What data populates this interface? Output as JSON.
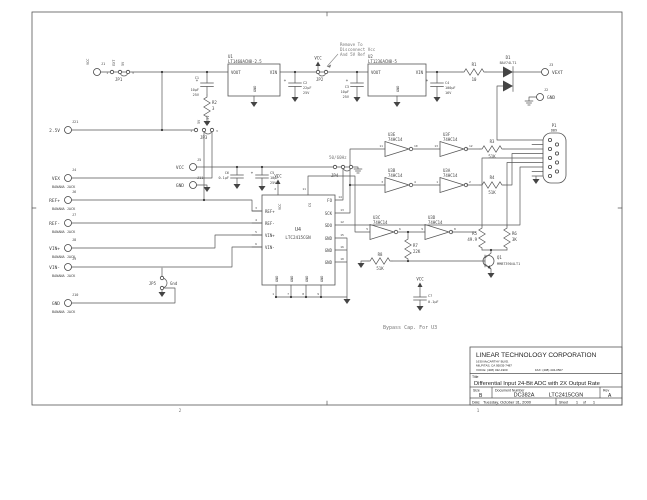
{
  "sheet": {
    "zones": {
      "z1": "1",
      "z2": "2"
    },
    "note_remove1": "Remove To",
    "note_remove2": "Disconnect Vcc",
    "note_remove3": "And 5V Ref",
    "note_bypass": "Bypass Cap. For U3",
    "banana": "BANANA JACK",
    "title_block": {
      "company": "LINEAR TECHNOLOGY CORPORATION",
      "address1": "1630 McCARTHY BLVD.",
      "address2": "MILPITAS, CA 95035-7487",
      "phone": "VOICE: (408) 432-1900",
      "fax": "FAX: (408) 434-0507",
      "title_label": "Title",
      "title": "Differential Input 24-Bit ADC with 2X Output Rate",
      "size_label": "Size",
      "size": "B",
      "doc_label": "Document Number",
      "doc_a": "DC382A",
      "doc_b": "LTC2415CGN",
      "rev_label": "Rev",
      "rev": "A",
      "date_label": "Date:",
      "date": "Tuesday, October 31, 2000",
      "sheet_label": "Sheet",
      "sheet_no": "1",
      "of_label": "of",
      "sheet_total": "1"
    }
  },
  "nets": {
    "vcc": "VCC",
    "gnd": "GND"
  },
  "symbols": {
    "plus": "+"
  },
  "components": {
    "U1": {
      "ref": "U1",
      "part": "LT1460ACN8-2.5",
      "vout": "VOUT",
      "vin": "VIN",
      "gnd": "GND"
    },
    "U2": {
      "ref": "U2",
      "part": "LT1236ACN8-5",
      "vout": "VOUT",
      "vin": "VIN",
      "gnd": "GND"
    },
    "U3A": {
      "ref": "U3A",
      "part": "74HC14",
      "pin_in": "1",
      "pin_out": "2"
    },
    "U3B": {
      "ref": "U3B",
      "part": "74HC14",
      "pin_in": "3",
      "pin_out": "4"
    },
    "U3C": {
      "ref": "U3C",
      "part": "74HC14",
      "pin_in": "5",
      "pin_out": "6"
    },
    "U3D": {
      "ref": "U3D",
      "part": "74HC14",
      "pin_in": "9",
      "pin_out": "8"
    },
    "U3E": {
      "ref": "U3E",
      "part": "74HC14",
      "pin_in": "11",
      "pin_out": "10"
    },
    "U3F": {
      "ref": "U3F",
      "part": "74HC14",
      "pin_in": "13",
      "pin_out": "12"
    },
    "U4": {
      "ref": "U4",
      "part": "LTC2415CGN",
      "left": [
        {
          "name": "REF+",
          "num": "3"
        },
        {
          "name": "REF-",
          "num": "4"
        },
        {
          "name": "VIN+",
          "num": "5"
        },
        {
          "name": "VIN-",
          "num": "6"
        }
      ],
      "top": [
        {
          "name": "VCC",
          "num": "2"
        },
        {
          "name": "CS",
          "num": "11"
        }
      ],
      "right": [
        {
          "name": "FO",
          "num": "14"
        },
        {
          "name": "SCK",
          "num": "13"
        },
        {
          "name": "SDO",
          "num": "12"
        },
        {
          "name": "GND",
          "num": "15"
        },
        {
          "name": "GND",
          "num": "16"
        },
        {
          "name": "GND",
          "num": "10"
        }
      ],
      "bottom": [
        {
          "name": "GND",
          "num": "1"
        },
        {
          "name": "GND",
          "num": "7"
        },
        {
          "name": "GND",
          "num": "8"
        },
        {
          "name": "GND",
          "num": "9"
        }
      ]
    },
    "C1": {
      "ref": "C1",
      "value": "10µF",
      "rating": "25V"
    },
    "C2": {
      "ref": "C2",
      "value": "22µF",
      "rating": "25V"
    },
    "C3": {
      "ref": "C3",
      "value": "10µF",
      "rating": "25V"
    },
    "C4": {
      "ref": "C4",
      "value": "100µF",
      "rating": "16V"
    },
    "C5": {
      "ref": "C5",
      "value": "10µF",
      "rating": "25V"
    },
    "C6": {
      "ref": "C6",
      "value": "0.1µF"
    },
    "C7": {
      "ref": "C7",
      "value": "0.1µF"
    },
    "R1": {
      "ref": "R1",
      "value": "10"
    },
    "R2": {
      "ref": "R2",
      "value": "3"
    },
    "R3": {
      "ref": "R3",
      "value": "51K"
    },
    "R4": {
      "ref": "R4",
      "value": "51K"
    },
    "R5": {
      "ref": "R5",
      "value": "49.9"
    },
    "R6": {
      "ref": "R6",
      "value": "3K"
    },
    "R7": {
      "ref": "R7",
      "value": "22K"
    },
    "R8": {
      "ref": "R8",
      "value": "51K"
    },
    "D1": {
      "ref": "D1",
      "part": "BAV74LT1"
    },
    "Q1": {
      "ref": "Q1",
      "part": "MMBT3904LT1"
    },
    "P1": {
      "ref": "P1",
      "part": "DB9"
    }
  },
  "connectors": {
    "J1": {
      "ref": "J1",
      "label": "VCC"
    },
    "J2": {
      "ref": "J2",
      "label": "GND"
    },
    "J3": {
      "ref": "J3",
      "label": "VEXT"
    },
    "J4": {
      "ref": "J4",
      "label": "VEX"
    },
    "J5": {
      "ref": "J5",
      "label": "VCC"
    },
    "J6": {
      "ref": "J6",
      "label": "REF+"
    },
    "J7": {
      "ref": "J7",
      "label": "REF-"
    },
    "J8": {
      "ref": "J8",
      "label": "VIN+"
    },
    "J9": {
      "ref": "J9",
      "label": "VIN-"
    },
    "J10": {
      "ref": "J10",
      "label": "GND"
    },
    "J11": {
      "ref": "J11",
      "label": "GND"
    },
    "J21": {
      "ref": "J21",
      "label": "2.5V"
    }
  },
  "jumpers": {
    "JP1": {
      "ref": "JP1",
      "opt_a": "EXT",
      "opt_b": "5V",
      "pin1": "1",
      "pin3": "3"
    },
    "JP2": {
      "ref": "JP2",
      "flag": "VCC"
    },
    "JP3": {
      "ref": "JP3",
      "opt_a": "5V",
      "opt_b": "2.5V",
      "pin1": "1",
      "pin3": "3"
    },
    "JP4": {
      "ref": "JP4",
      "label": "50/60Hz"
    },
    "JP5": {
      "ref": "JP5",
      "label": "Gnd"
    }
  }
}
